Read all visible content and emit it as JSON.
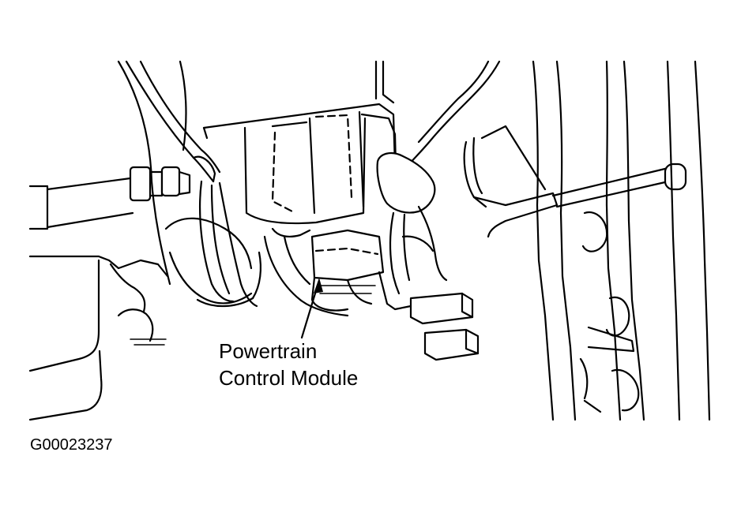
{
  "diagram": {
    "callout_label": {
      "line1": "Powertrain",
      "line2": "Control Module"
    },
    "figure_code": "G00023237",
    "stroke_color": "#000000",
    "background_color": "#ffffff"
  }
}
